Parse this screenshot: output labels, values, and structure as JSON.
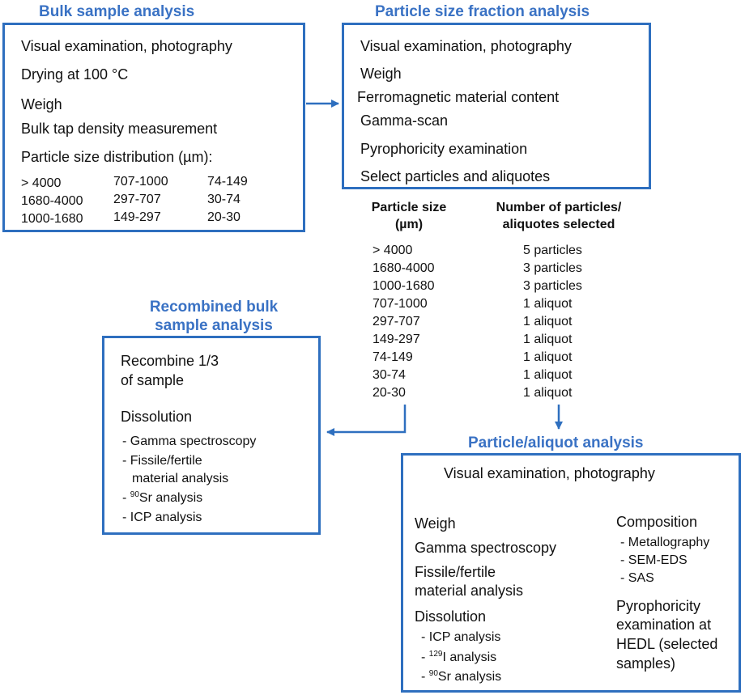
{
  "bulk": {
    "title": "Bulk sample analysis",
    "items": [
      "Visual examination, photography",
      "Drying at 100 °C",
      "Weigh",
      "Bulk tap density measurement",
      "Particle size distribution (µm):"
    ],
    "sizes_col1": [
      "> 4000",
      "1680-4000",
      "1000-1680"
    ],
    "sizes_col2": [
      "707-1000",
      "297-707",
      "149-297"
    ],
    "sizes_col3": [
      "74-149",
      "30-74",
      "20-30"
    ]
  },
  "fraction": {
    "title": "Particle size fraction analysis",
    "items": [
      "Visual examination, photography",
      "Weigh",
      "Ferromagnetic material content",
      "Gamma-scan",
      "Pyrophoricity examination",
      "Select particles and aliquotes"
    ]
  },
  "selection": {
    "size_header_1": "Particle size",
    "size_header_2": "(µm)",
    "count_header_1": "Number of particles/",
    "count_header_2": "aliquotes selected",
    "sizes": [
      "> 4000",
      "1680-4000",
      "1000-1680",
      "707-1000",
      "297-707",
      "149-297",
      "74-149",
      "30-74",
      "20-30"
    ],
    "counts": [
      "5 particles",
      "3 particles",
      "3 particles",
      "1 aliquot",
      "1 aliquot",
      "1 aliquot",
      "1 aliquot",
      "1 aliquot",
      "1 aliquot"
    ]
  },
  "recombined": {
    "title_1": "Recombined bulk",
    "title_2": "sample analysis",
    "line_1": "Recombine 1/3",
    "line_2": "of sample",
    "dissolution": "Dissolution",
    "gamma": "- Gamma spectroscopy",
    "fissile_1": "- Fissile/fertile",
    "fissile_2": "material analysis",
    "sr_prefix": "- ",
    "sr_sup": "90",
    "sr_text": "Sr analysis",
    "icp": "- ICP analysis"
  },
  "aliquot": {
    "title": "Particle/aliquot analysis",
    "visual": "Visual examination, photography",
    "weigh": "Weigh",
    "gamma": "Gamma spectroscopy",
    "fissile_1": "Fissile/fertile",
    "fissile_2": "material analysis",
    "dissolution": "Dissolution",
    "icp": "- ICP analysis",
    "i_prefix": "- ",
    "i_sup": "129",
    "i_text": "I analysis",
    "sr_prefix": "- ",
    "sr_sup": "90",
    "sr_text": "Sr analysis",
    "composition": "Composition",
    "metallography": "- Metallography",
    "sem": "- SEM-EDS",
    "sas": "- SAS",
    "pyro_1": "Pyrophoricity",
    "pyro_2": "examination at",
    "pyro_3": "HEDL (selected",
    "pyro_4": "samples)"
  },
  "colors": {
    "accent": "#2e6fbf",
    "title": "#3a72c4"
  }
}
